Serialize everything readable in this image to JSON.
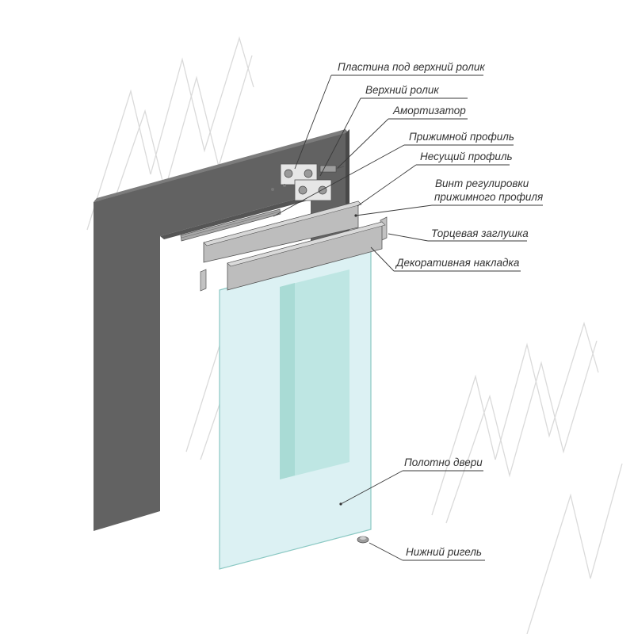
{
  "callouts": [
    {
      "id": "plate",
      "text": "Пластина под верхний ролик"
    },
    {
      "id": "roller",
      "text": "Верхний ролик"
    },
    {
      "id": "damper",
      "text": "Амортизатор"
    },
    {
      "id": "clamp",
      "text": "Прижимной профиль"
    },
    {
      "id": "carrier",
      "text": "Несущий профиль"
    },
    {
      "id": "screw_line1",
      "text": "Винт регулировки"
    },
    {
      "id": "screw_line2",
      "text": "прижимного профиля"
    },
    {
      "id": "endcap",
      "text": "Торцевая заглушка"
    },
    {
      "id": "cover",
      "text": "Декоративная накладка"
    },
    {
      "id": "door",
      "text": "Полотно двери"
    },
    {
      "id": "guide",
      "text": "Нижний ригель"
    }
  ],
  "watermark": "MM",
  "colors": {
    "frame_front": "#626262",
    "frame_side": "#494949",
    "frame_top": "#7c7c7c",
    "glass": "#dcf1f3",
    "glass_edge": "#8cc9c4",
    "glass_inner": "#b9e4df",
    "profile": "#bdbdbd",
    "leader": "#3a3a3a",
    "label": "#333333",
    "watermark": "#dadada"
  }
}
